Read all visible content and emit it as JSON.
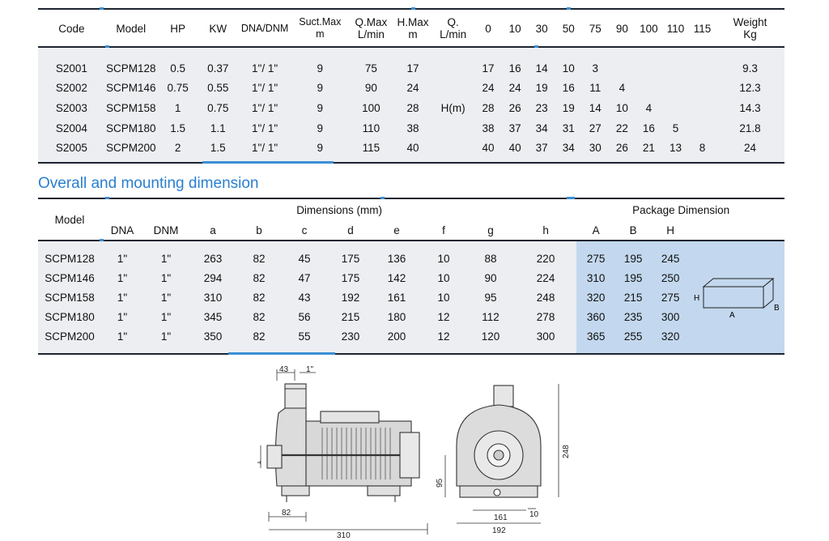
{
  "spec_table": {
    "headers": [
      [
        "Code"
      ],
      [
        "Model"
      ],
      [
        "HP"
      ],
      [
        "KW"
      ],
      [
        "DNA/DNM"
      ],
      [
        "Suct.Max",
        "m"
      ],
      [
        "Q.Max",
        "L/min"
      ],
      [
        "H.Max",
        "m"
      ],
      [
        "Q.",
        "L/min"
      ],
      [
        "0"
      ],
      [
        "10"
      ],
      [
        "30"
      ],
      [
        "50"
      ],
      [
        "75"
      ],
      [
        "90"
      ],
      [
        "100"
      ],
      [
        "110"
      ],
      [
        "115"
      ],
      [
        "Weight",
        "Kg"
      ]
    ],
    "h_unit": "H(m)",
    "rows": [
      {
        "code": "S2001",
        "model": "SCPM128",
        "hp": "0.5",
        "kw": "0.37",
        "dna": "1\"/ 1\"",
        "suct": "9",
        "qmax": "75",
        "hmax": "17",
        "h": [
          "17",
          "16",
          "14",
          "10",
          "3",
          "",
          "",
          "",
          ""
        ],
        "weight": "9.3"
      },
      {
        "code": "S2002",
        "model": "SCPM146",
        "hp": "0.75",
        "kw": "0.55",
        "dna": "1\"/ 1\"",
        "suct": "9",
        "qmax": "90",
        "hmax": "24",
        "h": [
          "24",
          "24",
          "19",
          "16",
          "11",
          "4",
          "",
          "",
          ""
        ],
        "weight": "12.3"
      },
      {
        "code": "S2003",
        "model": "SCPM158",
        "hp": "1",
        "kw": "0.75",
        "dna": "1\"/ 1\"",
        "suct": "9",
        "qmax": "100",
        "hmax": "28",
        "h": [
          "28",
          "26",
          "23",
          "19",
          "14",
          "10",
          "4",
          "",
          ""
        ],
        "weight": "14.3"
      },
      {
        "code": "S2004",
        "model": "SCPM180",
        "hp": "1.5",
        "kw": "1.1",
        "dna": "1\"/ 1\"",
        "suct": "9",
        "qmax": "110",
        "hmax": "38",
        "h": [
          "38",
          "37",
          "34",
          "31",
          "27",
          "22",
          "16",
          "5",
          ""
        ],
        "weight": "21.8"
      },
      {
        "code": "S2005",
        "model": "SCPM200",
        "hp": "2",
        "kw": "1.5",
        "dna": "1\"/ 1\"",
        "suct": "9",
        "qmax": "115",
        "hmax": "40",
        "h": [
          "40",
          "40",
          "37",
          "34",
          "30",
          "26",
          "21",
          "13",
          "8"
        ],
        "weight": "24"
      }
    ]
  },
  "section_title": "Overall and mounting dimension",
  "dim_table": {
    "model_header": "Model",
    "dimensions_header": "Dimensions (mm)",
    "package_header": "Package Dimension",
    "columns": [
      "DNA",
      "DNM",
      "a",
      "b",
      "c",
      "d",
      "e",
      "f",
      "g",
      "h"
    ],
    "package_columns": [
      "A",
      "B",
      "H"
    ],
    "rows": [
      {
        "model": "SCPM128",
        "dims": [
          "1\"",
          "1\"",
          "263",
          "82",
          "45",
          "175",
          "136",
          "10",
          "88",
          "220"
        ],
        "pkg": [
          "275",
          "195",
          "245"
        ]
      },
      {
        "model": "SCPM146",
        "dims": [
          "1\"",
          "1\"",
          "294",
          "82",
          "47",
          "175",
          "142",
          "10",
          "90",
          "224"
        ],
        "pkg": [
          "310",
          "195",
          "250"
        ]
      },
      {
        "model": "SCPM158",
        "dims": [
          "1\"",
          "1\"",
          "310",
          "82",
          "43",
          "192",
          "161",
          "10",
          "95",
          "248"
        ],
        "pkg": [
          "320",
          "215",
          "275"
        ]
      },
      {
        "model": "SCPM180",
        "dims": [
          "1\"",
          "1\"",
          "345",
          "82",
          "56",
          "215",
          "180",
          "12",
          "112",
          "278"
        ],
        "pkg": [
          "360",
          "235",
          "300"
        ]
      },
      {
        "model": "SCPM200",
        "dims": [
          "1\"",
          "1\"",
          "350",
          "82",
          "55",
          "230",
          "200",
          "12",
          "120",
          "300"
        ],
        "pkg": [
          "365",
          "255",
          "320"
        ]
      }
    ],
    "box_labels": {
      "h": "H",
      "a": "A",
      "b": "B"
    }
  },
  "drawing": {
    "dims": {
      "d43": "43",
      "inlet": "1\"",
      "outlet": "1\"",
      "b82": "82",
      "a310": "310",
      "c95": "95",
      "h248": "248",
      "e161": "161",
      "f10": "10",
      "d192": "192"
    }
  }
}
